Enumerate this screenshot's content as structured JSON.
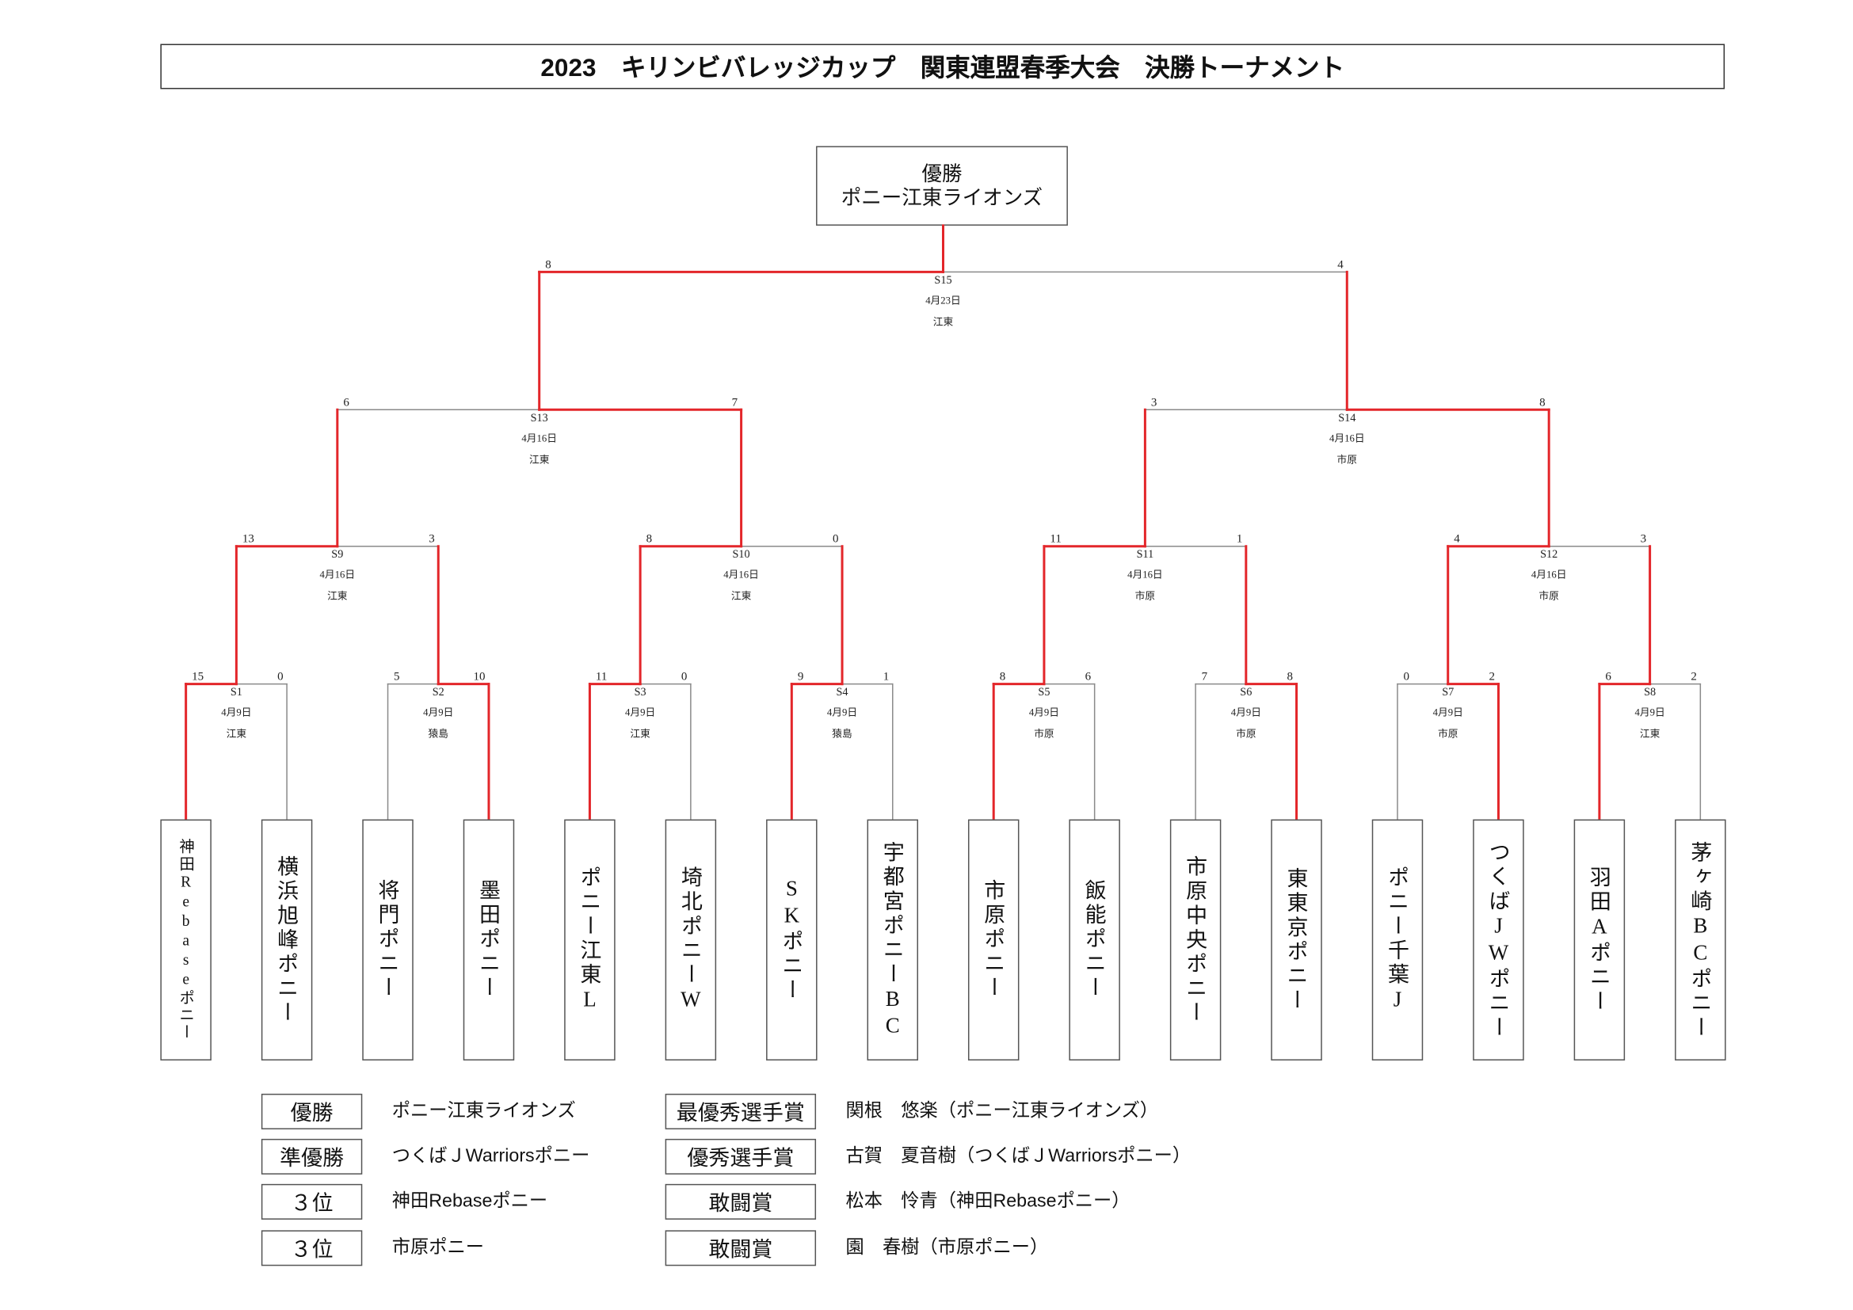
{
  "title": "2023　キリンビバレッジカップ　関東連盟春季大会　決勝トーナメント",
  "champion_box": {
    "label": "優勝",
    "team": "ポニー江東ライオンズ"
  },
  "teams": [
    "神田Rebaseポニー",
    "横浜旭峰ポニー",
    "将門ポニー",
    "墨田ポニー",
    "ポニー江東L",
    "埼北ポニーW",
    "SKポニー",
    "宇都宮ポニーBC",
    "市原ポニー",
    "飯能ポニー",
    "市原中央ポニー",
    "東東京ポニー",
    "ポニー千葉J",
    "つくばJWポニー",
    "羽田Aポニー",
    "茅ヶ崎BCポニー"
  ],
  "matches": [
    {
      "id": "S1",
      "date": "4月9日",
      "venue": "江東",
      "score_left": 15,
      "score_right": 0,
      "left_wins": true
    },
    {
      "id": "S2",
      "date": "4月9日",
      "venue": "猿島",
      "score_left": 5,
      "score_right": 10,
      "left_wins": false
    },
    {
      "id": "S3",
      "date": "4月9日",
      "venue": "江東",
      "score_left": 11,
      "score_right": 0,
      "left_wins": true
    },
    {
      "id": "S4",
      "date": "4月9日",
      "venue": "猿島",
      "score_left": 9,
      "score_right": 1,
      "left_wins": true
    },
    {
      "id": "S5",
      "date": "4月9日",
      "venue": "市原",
      "score_left": 8,
      "score_right": 6,
      "left_wins": true
    },
    {
      "id": "S6",
      "date": "4月9日",
      "venue": "市原",
      "score_left": 7,
      "score_right": 8,
      "left_wins": false
    },
    {
      "id": "S7",
      "date": "4月9日",
      "venue": "市原",
      "score_left": 0,
      "score_right": 2,
      "left_wins": false
    },
    {
      "id": "S8",
      "date": "4月9日",
      "venue": "江東",
      "score_left": 6,
      "score_right": 2,
      "left_wins": true
    },
    {
      "id": "S9",
      "date": "4月16日",
      "venue": "江東",
      "score_left": 13,
      "score_right": 3,
      "left_wins": true
    },
    {
      "id": "S10",
      "date": "4月16日",
      "venue": "江東",
      "score_left": 8,
      "score_right": 0,
      "left_wins": true
    },
    {
      "id": "S11",
      "date": "4月16日",
      "venue": "市原",
      "score_left": 11,
      "score_right": 1,
      "left_wins": true
    },
    {
      "id": "S12",
      "date": "4月16日",
      "venue": "市原",
      "score_left": 4,
      "score_right": 3,
      "left_wins": true
    },
    {
      "id": "S13",
      "date": "4月16日",
      "venue": "江東",
      "score_left": 6,
      "score_right": 7,
      "left_wins": false
    },
    {
      "id": "S14",
      "date": "4月16日",
      "venue": "市原",
      "score_left": 3,
      "score_right": 8,
      "left_wins": false
    },
    {
      "id": "S15",
      "date": "4月23日",
      "venue": "江東",
      "score_left": 8,
      "score_right": 4,
      "left_wins": true
    }
  ],
  "awards": [
    {
      "place": "優勝",
      "team": "ポニー江東ライオンズ",
      "award": "最優秀選手賞",
      "player": "関根　悠楽（ポニー江東ライオンズ）"
    },
    {
      "place": "準優勝",
      "team": "つくばＪWarriorsポニー",
      "award": "優秀選手賞",
      "player": "古賀　夏音樹（つくばＪWarriorsポニー）"
    },
    {
      "place": "３位",
      "team": "神田Rebaseポニー",
      "award": "敢闘賞",
      "player": "松本　怜青（神田Rebaseポニー）"
    },
    {
      "place": "３位",
      "team": "市原ポニー",
      "award": "敢闘賞",
      "player": "園　春樹（市原ポニー）"
    }
  ],
  "colors": {
    "winner_line": "#e3262a",
    "line": "#8a8a8a"
  }
}
